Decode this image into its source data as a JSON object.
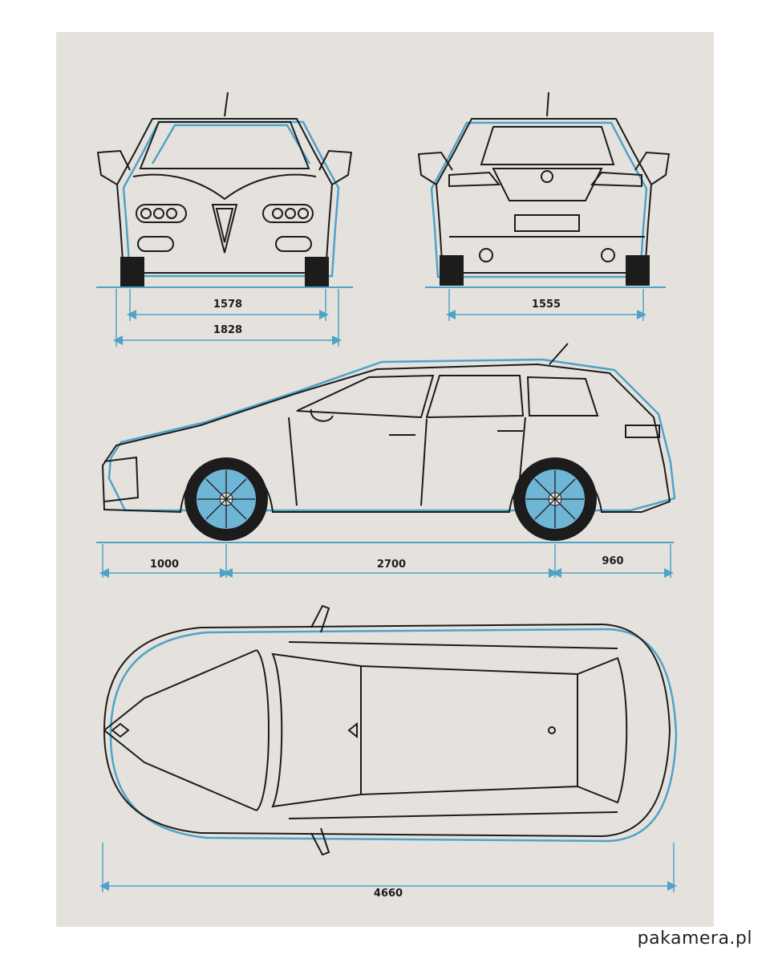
{
  "dimensions": {
    "front_track": "1578",
    "front_width": "1828",
    "rear_track": "1555",
    "front_overhang": "1000",
    "wheelbase": "2700",
    "rear_overhang": "960",
    "overall_length": "4660"
  },
  "watermark": "pakamera.pl",
  "colors": {
    "paper": "#e5e2dd",
    "ink": "#1c1c1c",
    "blueprint_blue": "#4fa3c7"
  }
}
